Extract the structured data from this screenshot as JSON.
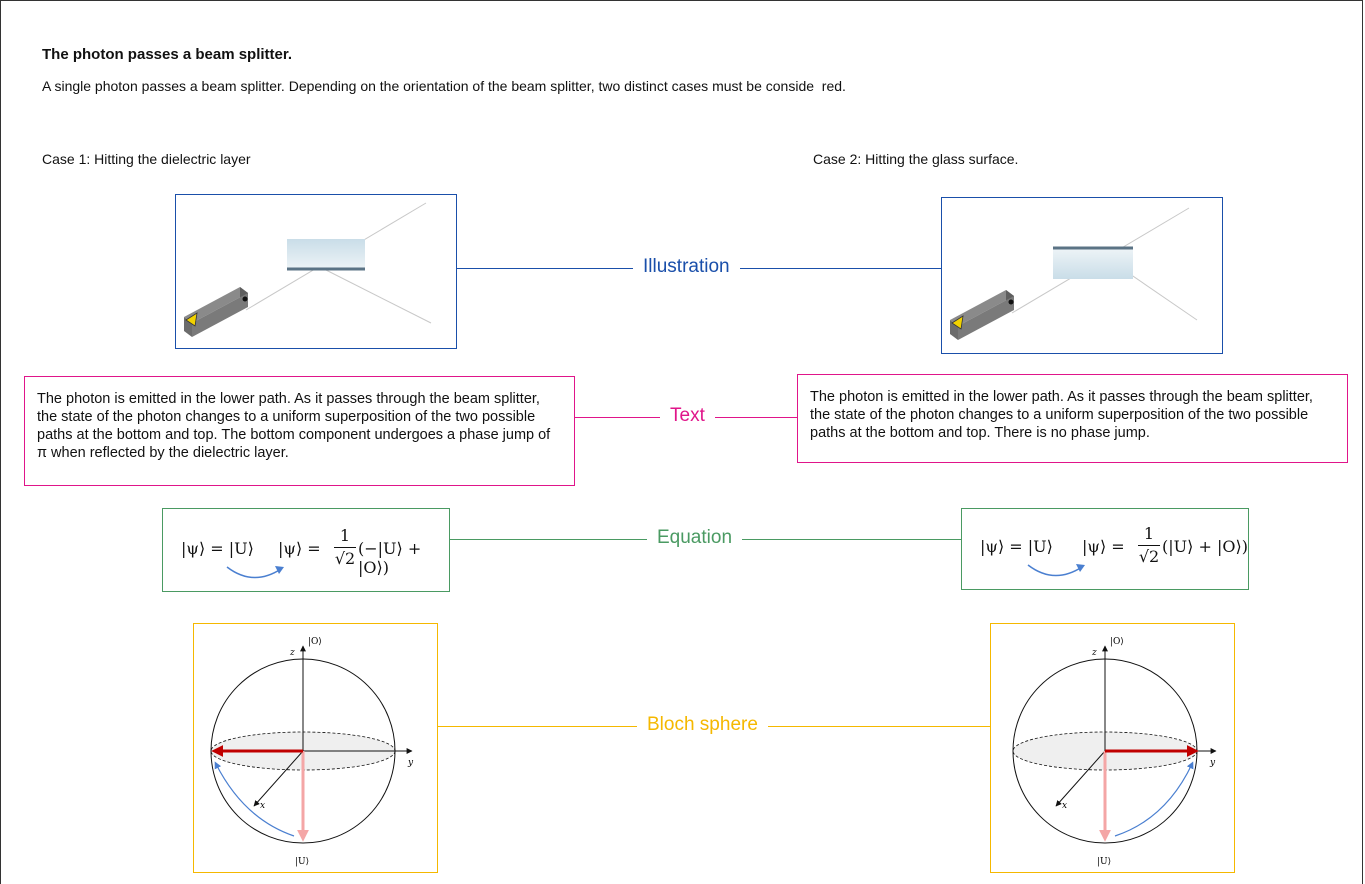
{
  "title": "The photon passes a beam splitter.",
  "intro": "A single photon passes a beam splitter. Depending on the orientation of the beam splitter, two distinct cases must be conside  red.",
  "cases": [
    {
      "heading": "Case 1: Hitting the dielectric layer",
      "text": "The photon is emitted in the lower path. As it passes through the beam splitter, the state of the photon changes to a uniform superposition of the two possible paths at the bottom and top. The bottom component undergoes a phase jump of π when reflected by the dielectric layer.",
      "eq_left": "|ψ⟩ = |U⟩",
      "eq_right_lhs": "|ψ⟩ =",
      "eq_num": "1",
      "eq_den": "√2",
      "eq_right_rhs": "(−|U⟩ + |O⟩)",
      "bloch_direction": "left"
    },
    {
      "heading": "Case 2: Hitting the glass surface.",
      "text": "The photon is emitted in the lower path. As it passes through the beam splitter, the state of the photon changes to a uniform superposition of the two possible paths at the bottom and top. There is no phase jump.",
      "eq_left": "|ψ⟩ = |U⟩",
      "eq_right_lhs": "|ψ⟩ =",
      "eq_num": "1",
      "eq_den": "√2",
      "eq_right_rhs": "(|U⟩ + |O⟩)",
      "bloch_direction": "right"
    }
  ],
  "rows": {
    "illustration": {
      "label": "Illustration",
      "color": "#1a4faa"
    },
    "text": {
      "label": "Text",
      "color": "#e0158a"
    },
    "equation": {
      "label": "Equation",
      "color": "#4a9a62"
    },
    "bloch": {
      "label": "Bloch sphere",
      "color": "#f5b800"
    }
  },
  "bloch_labels": {
    "z": "z",
    "y": "y",
    "x": "x",
    "top_ket": "|O⟩",
    "bottom_ket": "|U⟩"
  }
}
